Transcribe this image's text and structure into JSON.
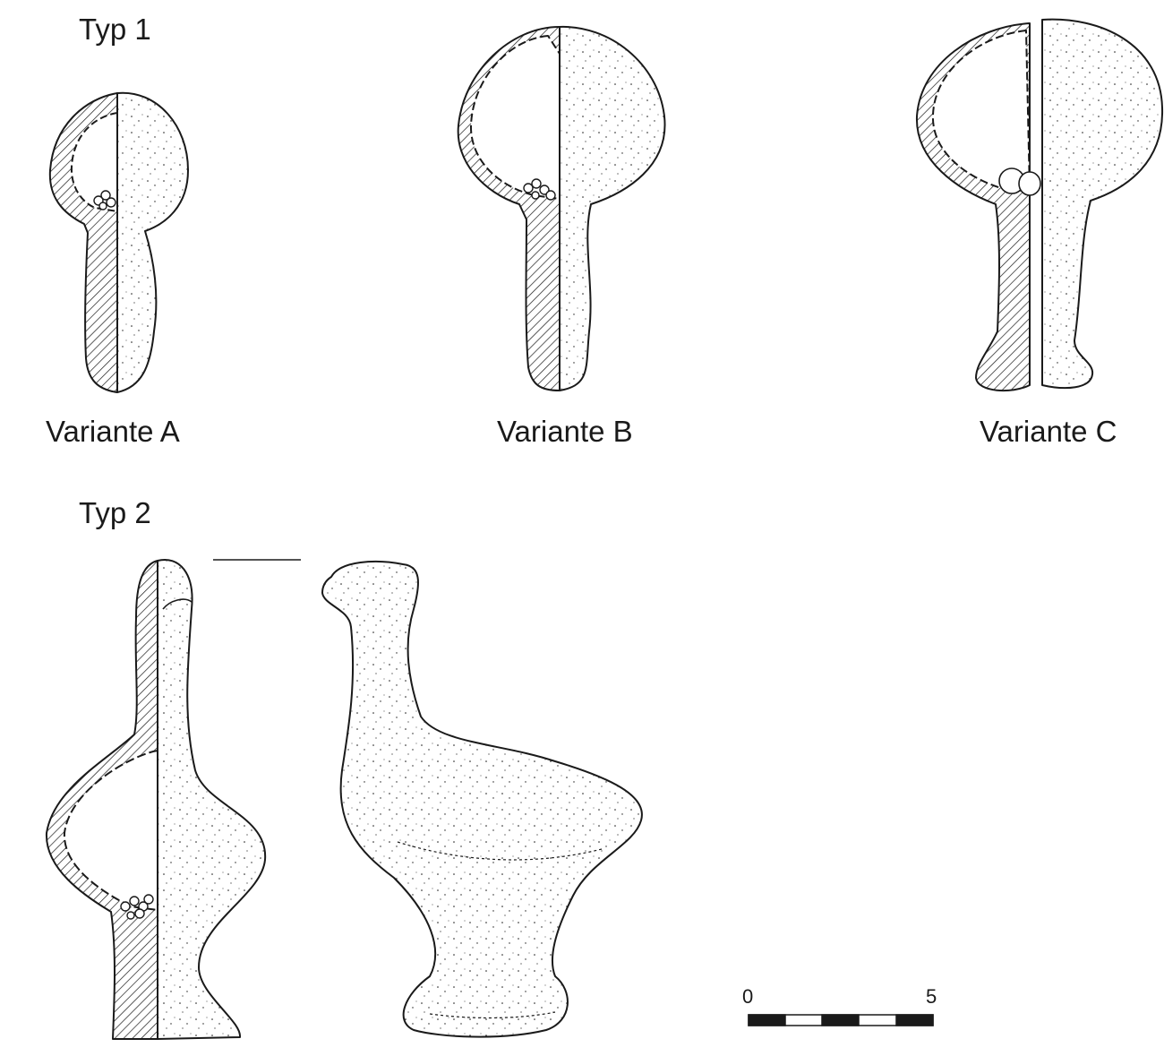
{
  "figure": {
    "type1": {
      "title": "Typ 1",
      "variants": [
        {
          "label": "Variante A"
        },
        {
          "label": "Variante B"
        },
        {
          "label": "Variante C"
        }
      ]
    },
    "type2": {
      "title": "Typ 2"
    },
    "scale": {
      "start": "0",
      "end": "5"
    }
  },
  "colors": {
    "ink": "#1a1a1a",
    "paper": "#ffffff"
  }
}
